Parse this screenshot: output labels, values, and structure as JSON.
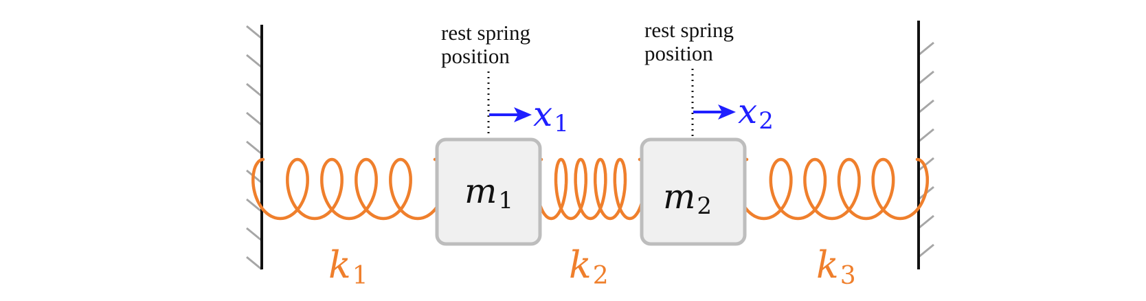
{
  "walls": {
    "left": {
      "hatch_color": "#a6a6a6",
      "line_color": "#111111"
    },
    "right": {
      "hatch_color": "#a6a6a6",
      "line_color": "#111111"
    }
  },
  "springs": [
    {
      "id": "k1",
      "label_base": "k",
      "label_sub": "1",
      "color": "#ef7f2c"
    },
    {
      "id": "k2",
      "label_base": "k",
      "label_sub": "2",
      "color": "#ef7f2c"
    },
    {
      "id": "k3",
      "label_base": "k",
      "label_sub": "3",
      "color": "#ef7f2c"
    }
  ],
  "masses": [
    {
      "id": "m1",
      "label_base": "m",
      "label_sub": "1",
      "fill": "#f0f0f0",
      "stroke": "#bdbdbd"
    },
    {
      "id": "m2",
      "label_base": "m",
      "label_sub": "2",
      "fill": "#f0f0f0",
      "stroke": "#bdbdbd"
    }
  ],
  "rest_positions": [
    {
      "id": "rest1",
      "line1": "rest spring",
      "line2": "position"
    },
    {
      "id": "rest2",
      "line1": "rest spring",
      "line2": "position"
    }
  ],
  "displacements": [
    {
      "id": "x1",
      "label_base": "x",
      "label_sub": "1",
      "color": "#1f1fff"
    },
    {
      "id": "x2",
      "label_base": "x",
      "label_sub": "2",
      "color": "#1f1fff"
    }
  ]
}
